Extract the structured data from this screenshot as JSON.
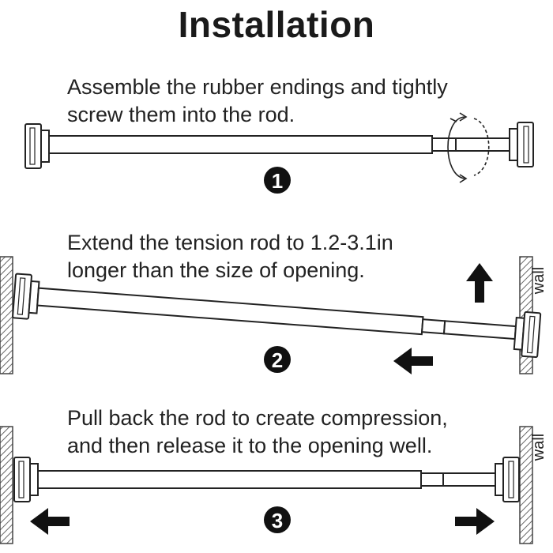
{
  "title": "Installation",
  "steps": [
    {
      "number": "1",
      "lines": [
        "Assemble the rubber endings and tightly",
        "screw them into the rod."
      ]
    },
    {
      "number": "2",
      "lines": [
        "Extend the tension rod to 1.2-3.1in",
        "longer than the size of opening."
      ]
    },
    {
      "number": "3",
      "lines": [
        "Pull back the rod to create compression,",
        "and then release it to the opening well."
      ]
    }
  ],
  "wall_label": "wall",
  "icons": {
    "rotate": "rotate-arrow-icon",
    "arrow_up": "arrow-up-icon",
    "arrow_left": "arrow-left-icon",
    "arrow_right": "arrow-right-icon"
  }
}
